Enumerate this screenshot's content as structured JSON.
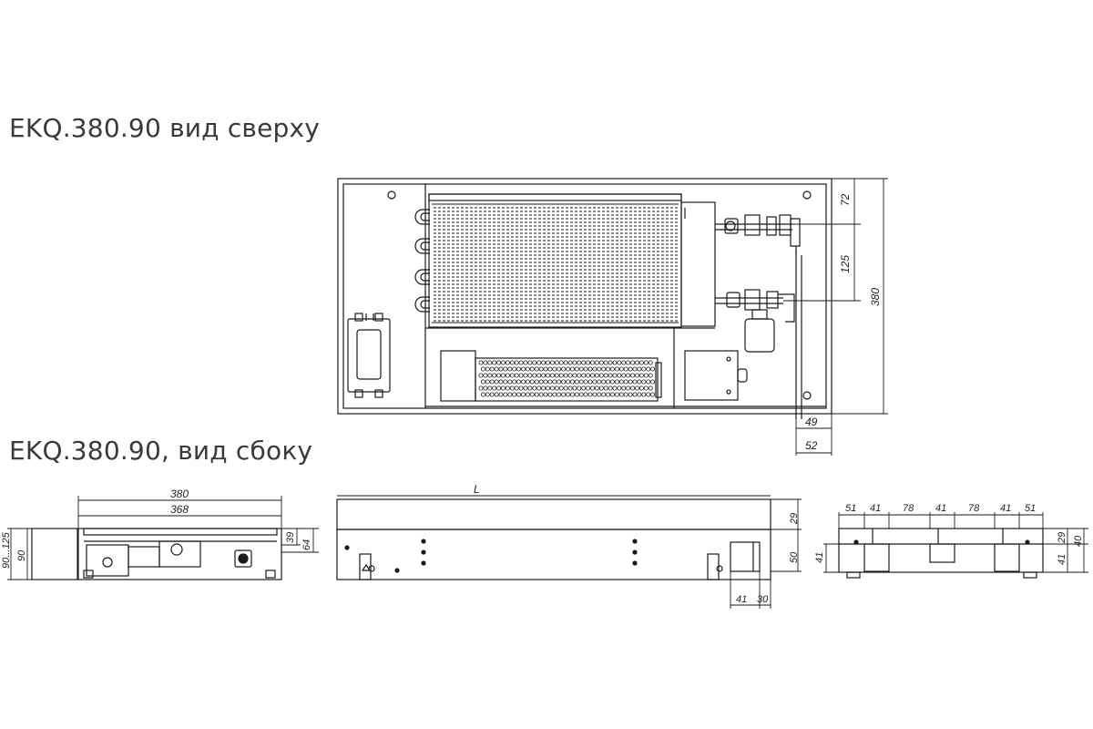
{
  "titles": {
    "top_view": "EKQ.380.90 вид сверху",
    "side_view": "EKQ.380.90, вид сбоку"
  },
  "dimensions": {
    "top_view": {
      "offset_top": "72",
      "pipe_spacing": "125",
      "total_width": "380",
      "pipe_offset_1": "49",
      "pipe_offset_2": "52"
    },
    "section": {
      "outer_width": "380",
      "inner_width": "368",
      "height_range": "90...125",
      "height": "90",
      "inner_depth": "39",
      "depth": "64"
    },
    "long_side": {
      "length": "L",
      "top_offset": "29",
      "outlet_height": "50",
      "outlet_width": "41",
      "outlet_offset": "30"
    },
    "end_view": {
      "widths": [
        "51",
        "41",
        "78",
        "41",
        "78",
        "41",
        "51"
      ],
      "height_left": "41",
      "height_right_1": "29",
      "height_right_2": "41",
      "height_right_3": "40"
    }
  },
  "colors": {
    "line": "#1a1a1a",
    "text": "#3a3a3a"
  }
}
